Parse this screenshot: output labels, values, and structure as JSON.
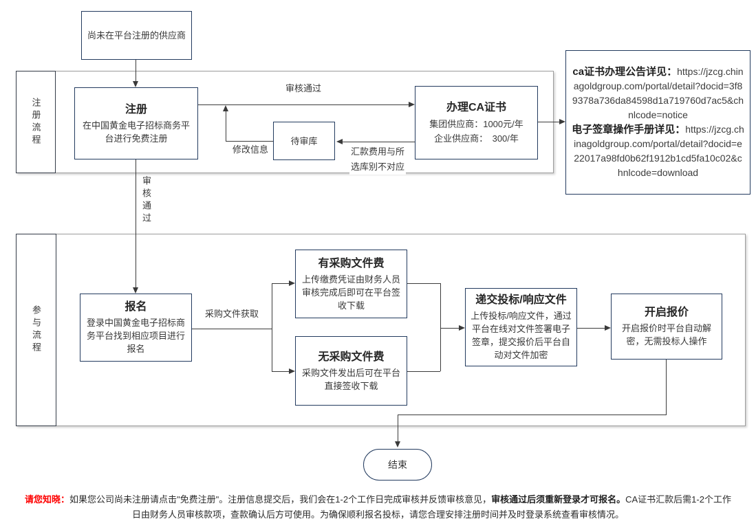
{
  "lanes": {
    "registration": {
      "label": "注册流程"
    },
    "participation": {
      "label": "参与流程"
    }
  },
  "nodes": {
    "start": {
      "title": "尚未在平台注册的供应商"
    },
    "register": {
      "title": "注册",
      "body": "在中国黄金电子招标商务平台进行免费注册"
    },
    "pending": {
      "title": "待审库"
    },
    "ca": {
      "title": "办理CA证书",
      "line1": "集团供应商：1000元/年",
      "line2": "企业供应商：　300/年"
    },
    "info": {
      "heading1": "ca证书办理公告详见：",
      "url1": "https://jzcg.chinagoldgroup.com/portal/detail?docid=3f89378a736da84598d1a719760d7ac5&chnlcode=notice",
      "heading2": "电子签章操作手册详见：",
      "url2": "https://jzcg.chinagoldgroup.com/portal/detail?docid=e22017a98fd0b62f1912b1cd5fa10c02&chnlcode=download"
    },
    "signup": {
      "title": "报名",
      "body": "登录中国黄金电子招标商务平台找到相应项目进行报名"
    },
    "fee_yes": {
      "title": "有采购文件费",
      "body": "上传缴费凭证由财务人员审核完成后即可在平台签收下载"
    },
    "fee_no": {
      "title": "无采购文件费",
      "body": "采购文件发出后可在平台直接签收下载"
    },
    "submit": {
      "title": "递交投标/响应文件",
      "body": "上传投标/响应文件，通过平台在线对文件签署电子签章，提交报价后平台自动对文件加密"
    },
    "open_quote": {
      "title": "开启报价",
      "body": "开启报价时平台自动解密，无需投标人操作"
    },
    "end": {
      "title": "结束"
    }
  },
  "edge_labels": {
    "approved_horizontal": "审核通过",
    "approved_vertical": "审核通过",
    "modify_info": "修改信息",
    "mismatch_line1": "汇款费用与所",
    "mismatch_line2": "选库别不对应",
    "doc_fetch": "采购文件获取"
  },
  "footer": {
    "lead": "请您知晓：",
    "part1": "如果您公司尚未注册请点击\"免费注册\"。注册信息提交后，我们会在1-2个工作日完成审核并反馈审核意见，",
    "bold": "审核通过后须重新登录才可报名。",
    "part2": "CA证书汇款后需1-2个工作日由财务人员审核款项，查款确认后方可使用。为确保顺利报名投标，请您合理安排注册时间并及时登录系统查看审核情况。"
  },
  "colors": {
    "node_border": "#223a5e",
    "lane_border": "#9c9c9c",
    "line": "#3a3a3a",
    "alert_red": "#fe0000"
  }
}
